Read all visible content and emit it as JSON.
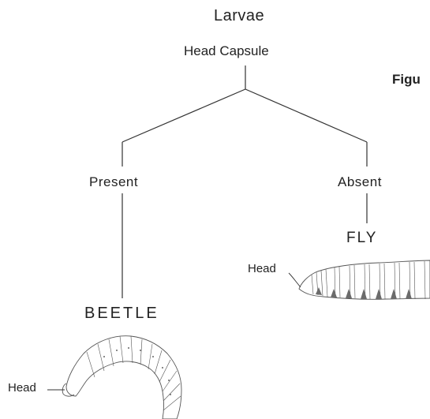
{
  "diagram": {
    "title": "Larvae",
    "root": "Head Capsule",
    "figure_label": "Figu",
    "branches": [
      {
        "condition": "Present",
        "result": "BEETLE",
        "head_label": "Head"
      },
      {
        "condition": "Absent",
        "result": "FLY",
        "head_label": "Head"
      }
    ]
  }
}
